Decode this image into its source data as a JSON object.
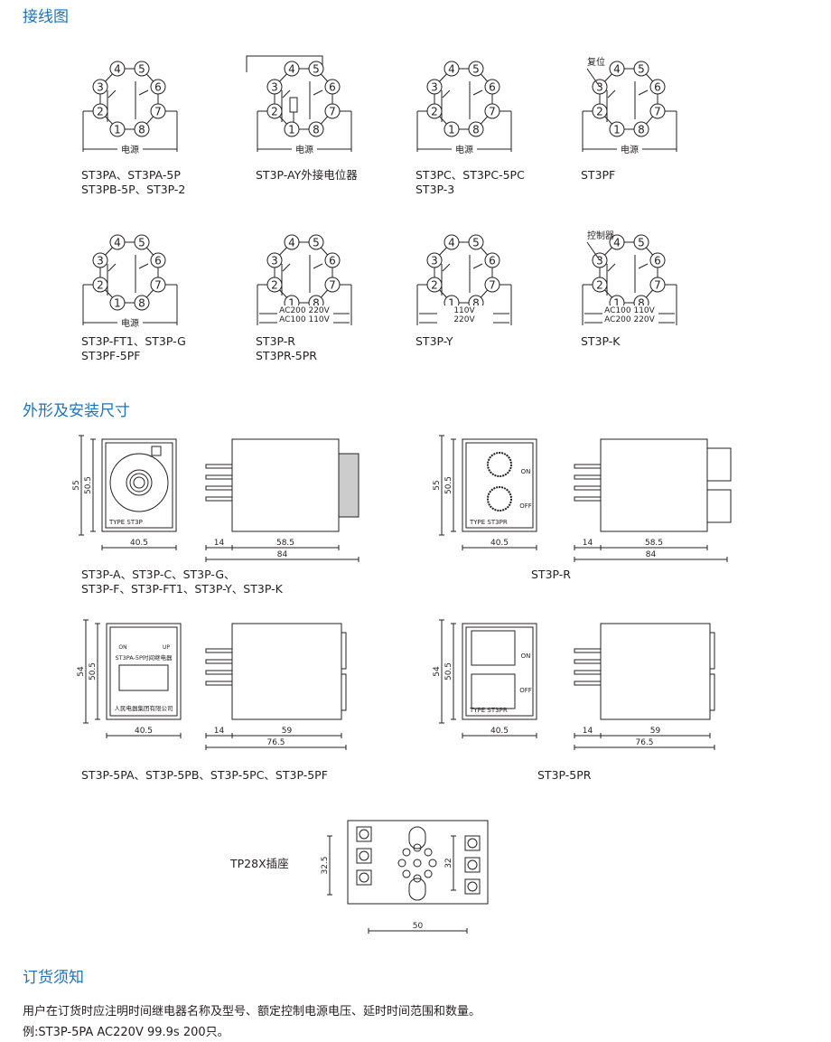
{
  "wiring": {
    "title": "接线图",
    "diagrams": [
      {
        "caption": [
          "ST3PA、ST3PA-5P",
          "ST3PB-5P、ST3P-2"
        ],
        "power": "电源"
      },
      {
        "caption": [
          "ST3P-AY外接电位器"
        ],
        "power": "电源"
      },
      {
        "caption": [
          "ST3PC、ST3PC-5PC",
          "ST3P-3"
        ],
        "power": "电源"
      },
      {
        "caption": [
          "ST3PF"
        ],
        "power": "电源",
        "note": "复位"
      },
      {
        "caption": [
          "ST3P-FT1、ST3P-G",
          "ST3PF-5PF"
        ],
        "power": "电源"
      },
      {
        "caption": [
          "ST3P-R",
          "ST3PR-5PR"
        ],
        "volts": [
          "AC200  220V",
          "AC100  110V"
        ]
      },
      {
        "caption": [
          "ST3P-Y"
        ],
        "volts": [
          "110V",
          "220V"
        ]
      },
      {
        "caption": [
          "ST3P-K"
        ],
        "volts": [
          "AC100  110V",
          "AC200  220V"
        ],
        "note": "控制器"
      }
    ]
  },
  "dims": {
    "title": "外形及安装尺寸",
    "figures": [
      {
        "h1": "55",
        "h2": "50.5",
        "w": "40.5",
        "type": "TYPE  ST3P",
        "side": [
          "14",
          "58.5",
          "84"
        ],
        "caption": [
          "ST3P-A、ST3P-C、ST3P-G、",
          "ST3P-F、ST3P-FT1、ST3P-Y、ST3P-K"
        ]
      },
      {
        "h1": "55",
        "h2": "50.5",
        "w": "40.5",
        "type": "TYPE  ST3PR",
        "on": "ON",
        "off": "OFF",
        "side": [
          "14",
          "58.5",
          "84"
        ],
        "caption": [
          "ST3P-R"
        ]
      },
      {
        "h1": "54",
        "h2": "50.5",
        "w": "40.5",
        "on": "ON",
        "up": "UP",
        "name": "ST3PA-5P时间继电器",
        "maker": "人民电器集团有限公司",
        "side": [
          "14",
          "59",
          "76.5"
        ],
        "caption": [
          "ST3P-5PA、ST3P-5PB、ST3P-5PC、ST3P-5PF"
        ]
      },
      {
        "h1": "54",
        "h2": "50.5",
        "w": "40.5",
        "type": "TYPE  ST3PR",
        "on": "ON",
        "off": "OFF",
        "side": [
          "14",
          "59",
          "76.5"
        ],
        "caption": [
          "ST3P-5PR"
        ]
      }
    ],
    "socket": {
      "label": "TP28X插座",
      "h1": "32.5",
      "h2": "32",
      "w": "50"
    }
  },
  "order": {
    "title": "订货须知",
    "line1": "用户在订货时应注明时间继电器名称及型号、额定控制电源电压、延时时间范围和数量。",
    "line2": "例:ST3P-5PA  AC220V  99.9s  200只。"
  }
}
